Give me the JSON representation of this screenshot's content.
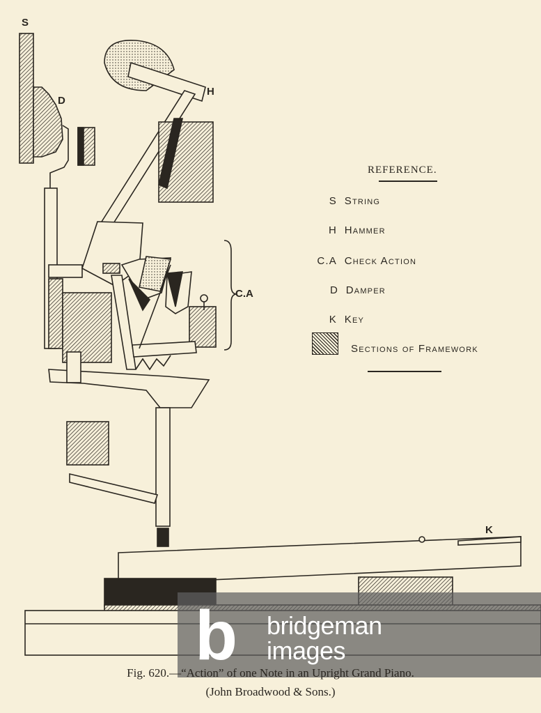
{
  "labels": {
    "S": "S",
    "D": "D",
    "H": "H",
    "CA": "C.A",
    "K": "K"
  },
  "reference": {
    "title": "REFERENCE.",
    "items": [
      {
        "key": "S",
        "label": "String"
      },
      {
        "key": "H",
        "label": "Hammer"
      },
      {
        "key": "C.A",
        "label": "Check Action"
      },
      {
        "key": "D",
        "label": "Damper"
      },
      {
        "key": "K",
        "label": "Key"
      },
      {
        "key": "",
        "label": "Sections of Framework"
      }
    ]
  },
  "caption": {
    "line1": "Fig. 620.—“Action” of one Note in an Upright Grand Piano.",
    "line2": "(John Broadwood & Sons.)"
  },
  "watermark": {
    "brand_line1": "bridgeman",
    "brand_line2": "images",
    "logo_letter": "b"
  },
  "colors": {
    "paper": "#f7f0da",
    "ink": "#2a2620",
    "watermark": "#5f5f5f"
  }
}
